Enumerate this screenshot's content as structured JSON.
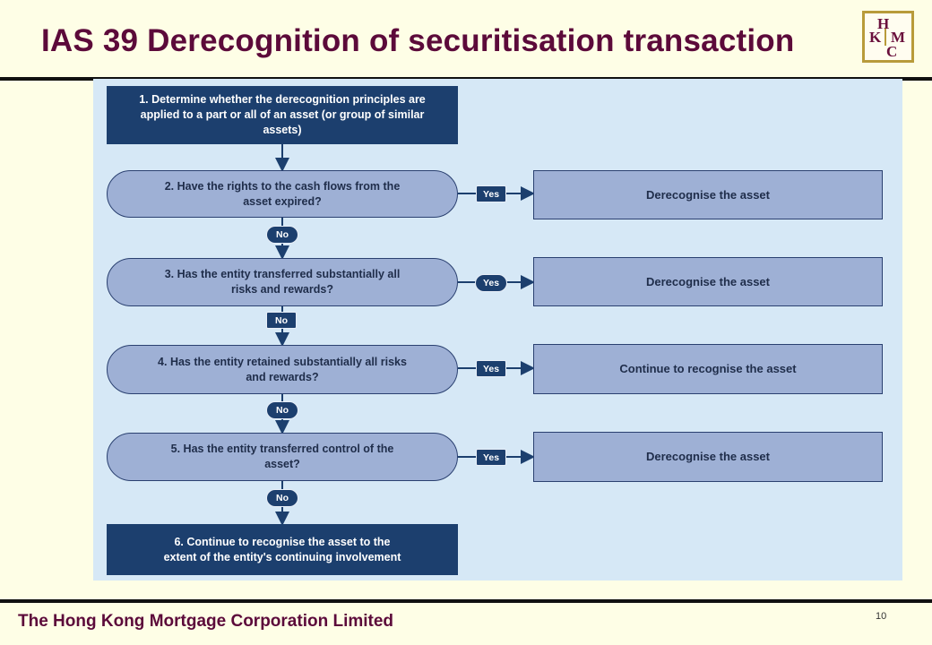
{
  "slide": {
    "title": "IAS 39 Derecognition of securitisation transaction",
    "footer": "The Hong Kong Mortgage Corporation Limited",
    "page_number": "10",
    "logo_letters": [
      "H",
      "K",
      "M",
      "C"
    ]
  },
  "flowchart": {
    "step1": "1. Determine whether the derecognition principles are applied to a part or all of an asset (or group of similar assets)",
    "q2": "2. Have the rights to the cash flows from the asset expired?",
    "q3": "3. Has the entity transferred substantially all risks and rewards?",
    "q4": "4. Has the entity retained substantially all risks and rewards?",
    "q5": "5. Has the entity transferred control of the asset?",
    "step6": "6. Continue to recognise the asset to the extent of the entity's continuing involvement",
    "r2": "Derecognise the asset",
    "r3": "Derecognise the asset",
    "r4": "Continue to recognise the asset",
    "r5": "Derecognise the asset",
    "yes": "Yes",
    "no": "No"
  },
  "colors": {
    "title": "#5c0a3a",
    "dark_box": "#1c3f6e",
    "light_box": "#9eb0d5",
    "panel": "#d6e8f6"
  }
}
